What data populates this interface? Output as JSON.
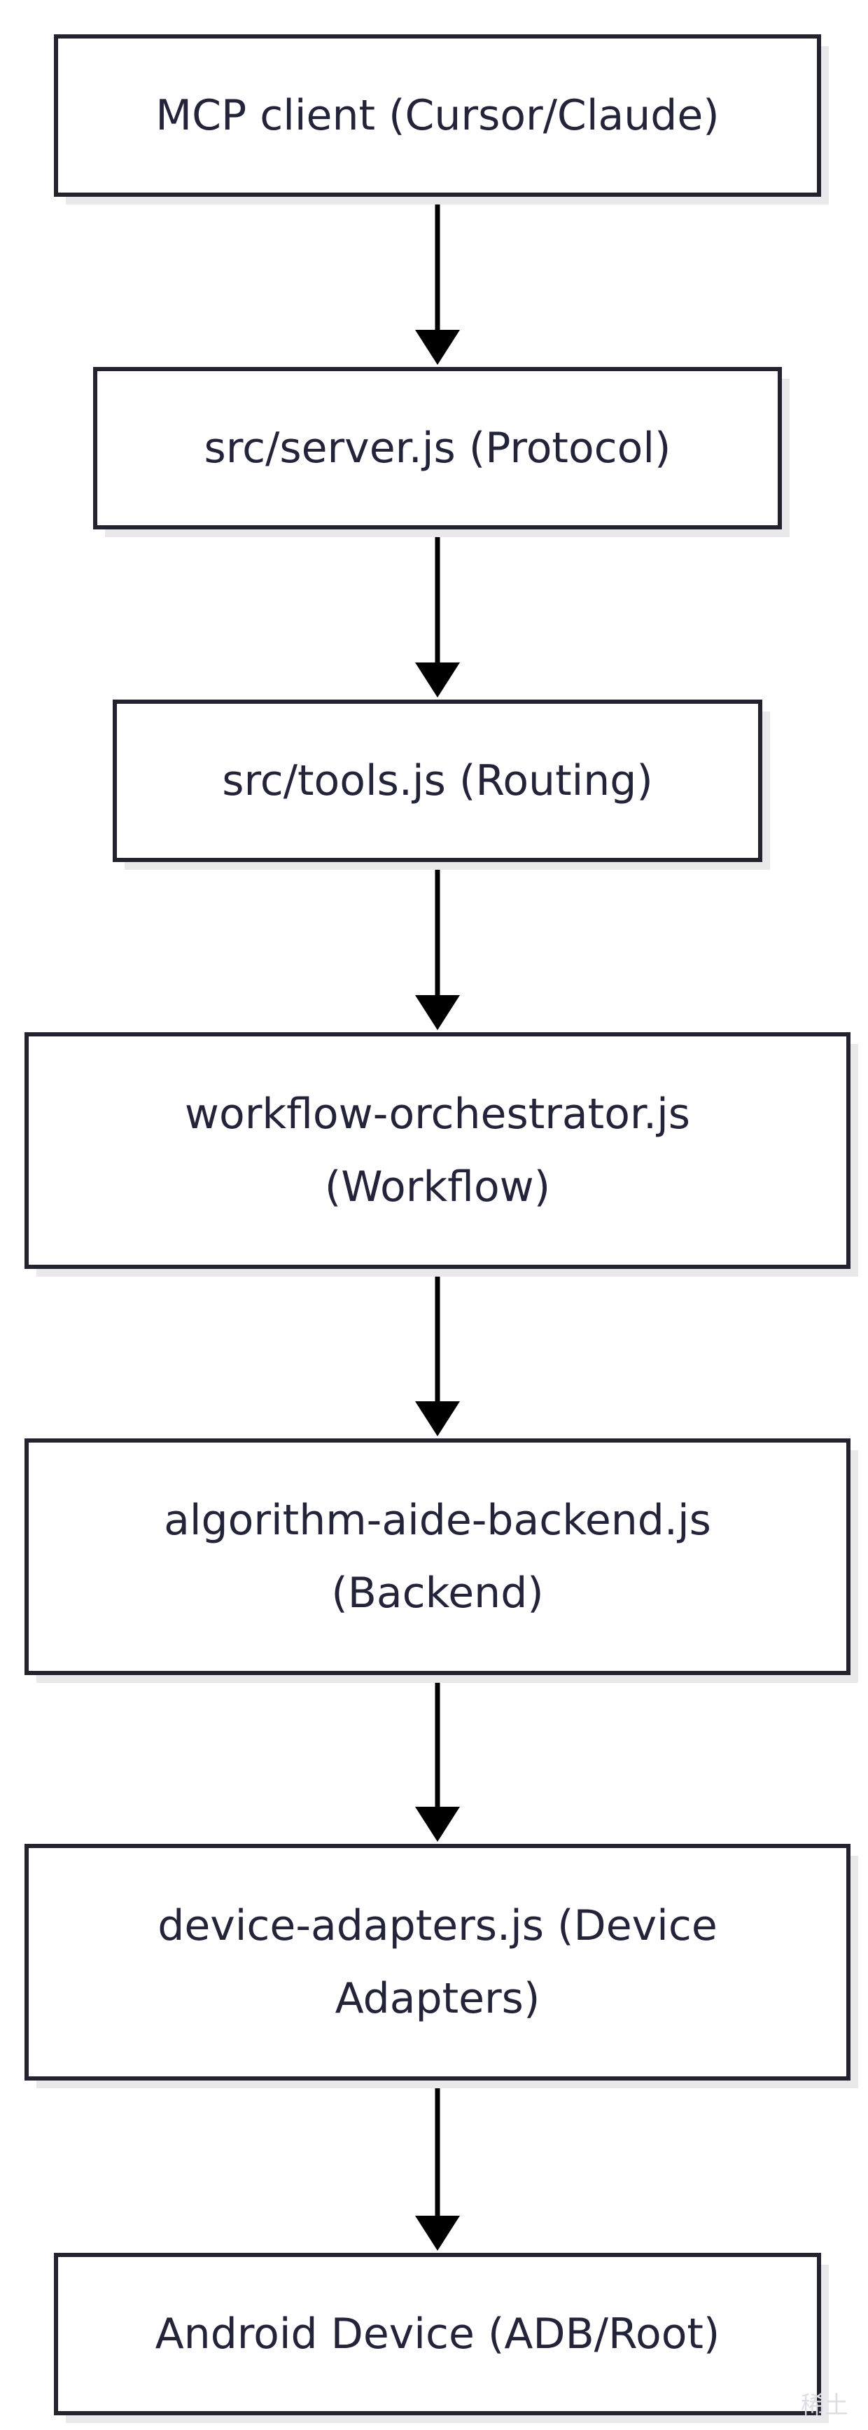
{
  "diagram": {
    "type": "flowchart",
    "direction": "top-to-bottom",
    "nodes": [
      {
        "id": "mcp-client",
        "lines": [
          "MCP client (Cursor/Claude)"
        ]
      },
      {
        "id": "server",
        "lines": [
          "src/server.js (Protocol)"
        ]
      },
      {
        "id": "tools",
        "lines": [
          "src/tools.js (Routing)"
        ]
      },
      {
        "id": "workflow",
        "lines": [
          "workflow-orchestrator.js",
          "(Workflow)"
        ]
      },
      {
        "id": "backend",
        "lines": [
          "algorithm-aide-backend.js",
          "(Backend)"
        ]
      },
      {
        "id": "adapters",
        "lines": [
          "device-adapters.js (Device",
          "Adapters)"
        ]
      },
      {
        "id": "android",
        "lines": [
          "Android Device (ADB/Root)"
        ]
      }
    ],
    "edges": [
      {
        "from": "mcp-client",
        "to": "server"
      },
      {
        "from": "server",
        "to": "tools"
      },
      {
        "from": "tools",
        "to": "workflow"
      },
      {
        "from": "workflow",
        "to": "backend"
      },
      {
        "from": "backend",
        "to": "adapters"
      },
      {
        "from": "adapters",
        "to": "android"
      }
    ],
    "colors": {
      "node_border": "#23232f",
      "node_fill": "#ffffff",
      "text": "#23233a",
      "arrow": "#000000",
      "shadow": "#e9e9ec"
    }
  },
  "watermark": {
    "text": "稀土"
  }
}
